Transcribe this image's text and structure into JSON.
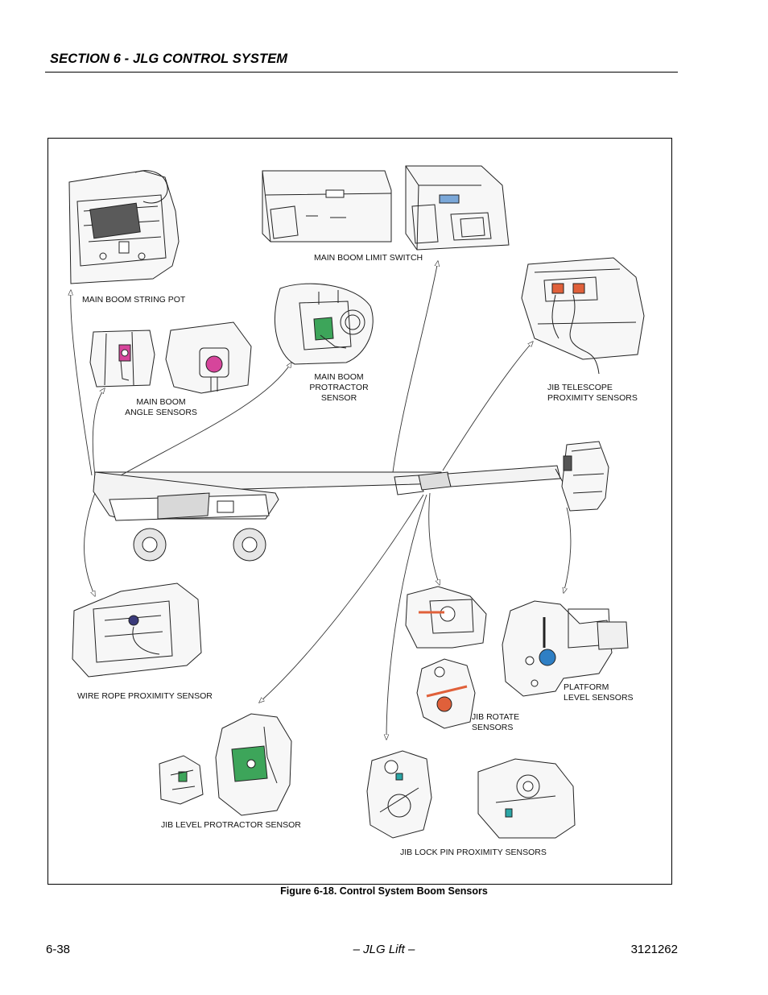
{
  "header": {
    "section_title": "SECTION 6 - JLG CONTROL SYSTEM"
  },
  "figure": {
    "caption": "Figure 6-18.  Control System Boom Sensors",
    "labels": {
      "main_boom_string_pot": "MAIN BOOM STRING POT",
      "main_boom_limit_switch": "MAIN BOOM LIMIT SWITCH",
      "main_boom_angle_sensors": "MAIN BOOM\nANGLE SENSORS",
      "main_boom_protractor_sensor": "MAIN BOOM\nPROTRACTOR\nSENSOR",
      "jib_telescope_proximity_sensors": "JIB TELESCOPE\nPROXIMITY SENSORS",
      "wire_rope_proximity_sensor": "WIRE ROPE PROXIMITY SENSOR",
      "platform_level_sensors": "PLATFORM\nLEVEL SENSORS",
      "jib_rotate_sensors": "JIB ROTATE\nSENSORS",
      "jib_level_protractor_sensor": "JIB LEVEL PROTRACTOR SENSOR",
      "jib_lock_pin_proximity_sensors": "JIB LOCK PIN PROXIMITY SENSORS"
    },
    "colors": {
      "sensor_dark": "#4a4a4a",
      "sensor_pink": "#d6459b",
      "sensor_green": "#3da55a",
      "sensor_orange": "#e0603a",
      "sensor_blue": "#2f7fc4",
      "sensor_teal": "#2aa6a6"
    }
  },
  "footer": {
    "page_number": "6-38",
    "center_text": "– JLG Lift –",
    "doc_number": "3121262"
  }
}
